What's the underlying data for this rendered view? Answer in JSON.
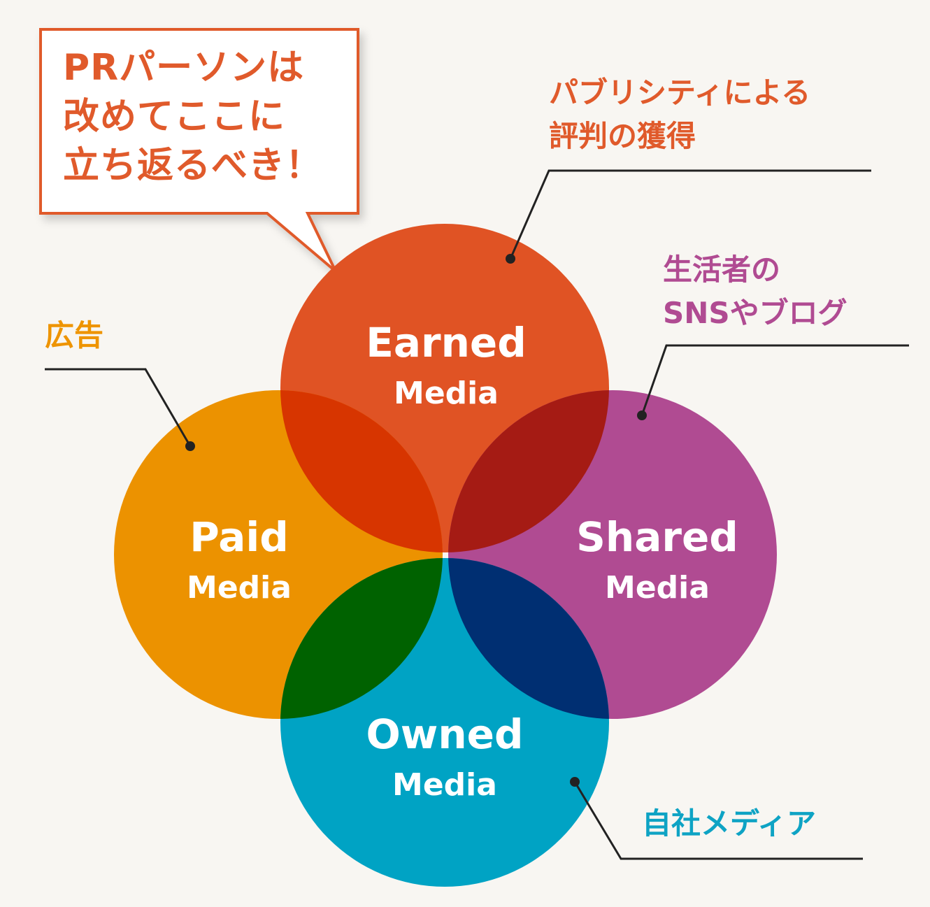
{
  "callout": {
    "lines": [
      "PRパーソンは",
      "改めてここに",
      "立ち返るべき！"
    ]
  },
  "circles": {
    "earned": {
      "title": "Earned",
      "subtitle": "Media",
      "color": "#e05324",
      "annotation": [
        "パブリシティによる",
        "評判の獲得"
      ]
    },
    "paid": {
      "title": "Paid",
      "subtitle": "Media",
      "color": "#ec9200",
      "annotation": [
        "広告"
      ]
    },
    "shared": {
      "title": "Shared",
      "subtitle": "Media",
      "color": "#b04b92",
      "annotation": [
        "生活者の",
        "SNSやブログ"
      ]
    },
    "owned": {
      "title": "Owned",
      "subtitle": "Media",
      "color": "#00a3c4",
      "annotation": [
        "自社メディア"
      ]
    }
  },
  "overlaps": {
    "earned_paid": "#d73500",
    "earned_shared": "#a51b14",
    "paid_owned": "#006200",
    "shared_owned": "#002f72"
  },
  "callout_border_color": "#e05a2b"
}
